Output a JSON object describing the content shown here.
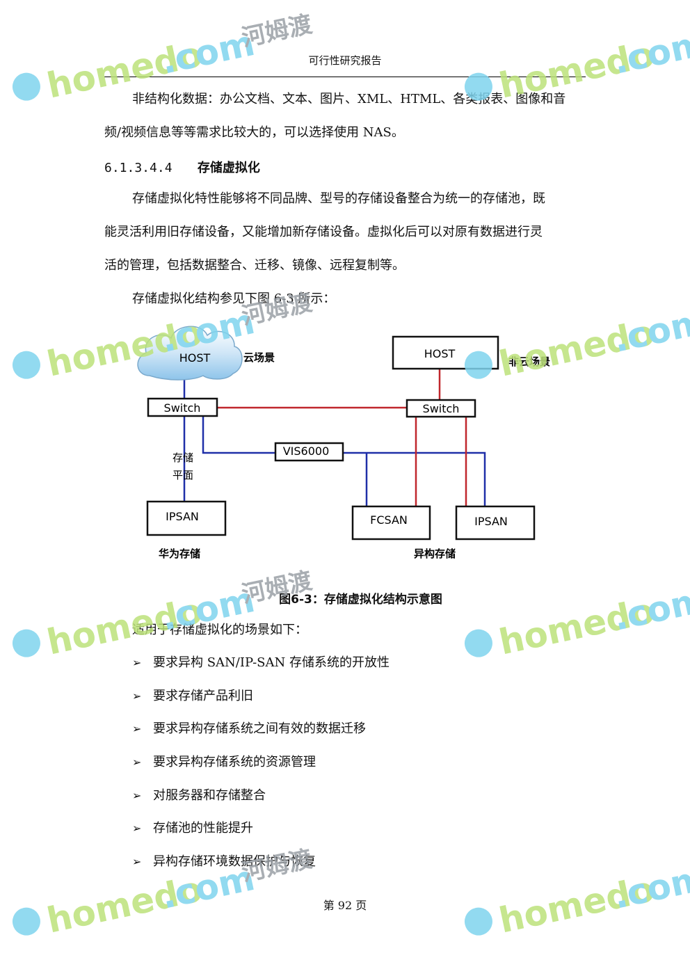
{
  "header": {
    "title": "可行性研究报告"
  },
  "intro": {
    "line1": "非结构化数据：办公文档、文本、图片、XML、HTML、各类报表、图像和音",
    "line2": "频/视频信息等等需求比较大的，可以选择使用 NAS。"
  },
  "section": {
    "number": "6.1.3.4.4",
    "title": "存储虚拟化"
  },
  "body": {
    "p1_line1": "存储虚拟化特性能够将不同品牌、型号的存储设备整合为统一的存储池，既",
    "p1_line2": "能灵活利用旧存储设备，又能增加新存储设备。虚拟化后可以对原有数据进行灵",
    "p1_line3": "活的管理，包括数据整合、迁移、镜像、远程复制等。",
    "p2": "存储虚拟化结构参见下图 6-3 所示："
  },
  "diagram": {
    "cloud_host": "HOST",
    "cloud_label": "云场景",
    "host": "HOST",
    "noncloud_label": "非云场景",
    "switch_left": "Switch",
    "switch_right": "Switch",
    "vis": "VIS6000",
    "storage_plane_1": "存储",
    "storage_plane_2": "平面",
    "ipsan_left": "IPSAN",
    "fcsan": "FCSAN",
    "ipsan_right": "IPSAN",
    "huawei_label": "华为存储",
    "hetero_label": "异构存储",
    "colors": {
      "blue_link": "#1f2fa8",
      "red_link": "#c0272d"
    }
  },
  "caption": "图6-3：存储虚拟化结构示意图",
  "list_intro": "适用于存储虚拟化的场景如下：",
  "bullets": [
    "要求异构 SAN/IP-SAN 存储系统的开放性",
    "要求存储产品利旧",
    "要求异构存储系统之间有效的数据迁移",
    "要求异构存储系统的资源管理",
    "对服务器和存储整合",
    "存储池的性能提升",
    "异构存储环境数据保护与恢复"
  ],
  "footer": {
    "page": "第 92 页"
  },
  "watermark": {
    "brand": "homedo",
    "suffix": ".com",
    "cn": "河姆渡"
  }
}
